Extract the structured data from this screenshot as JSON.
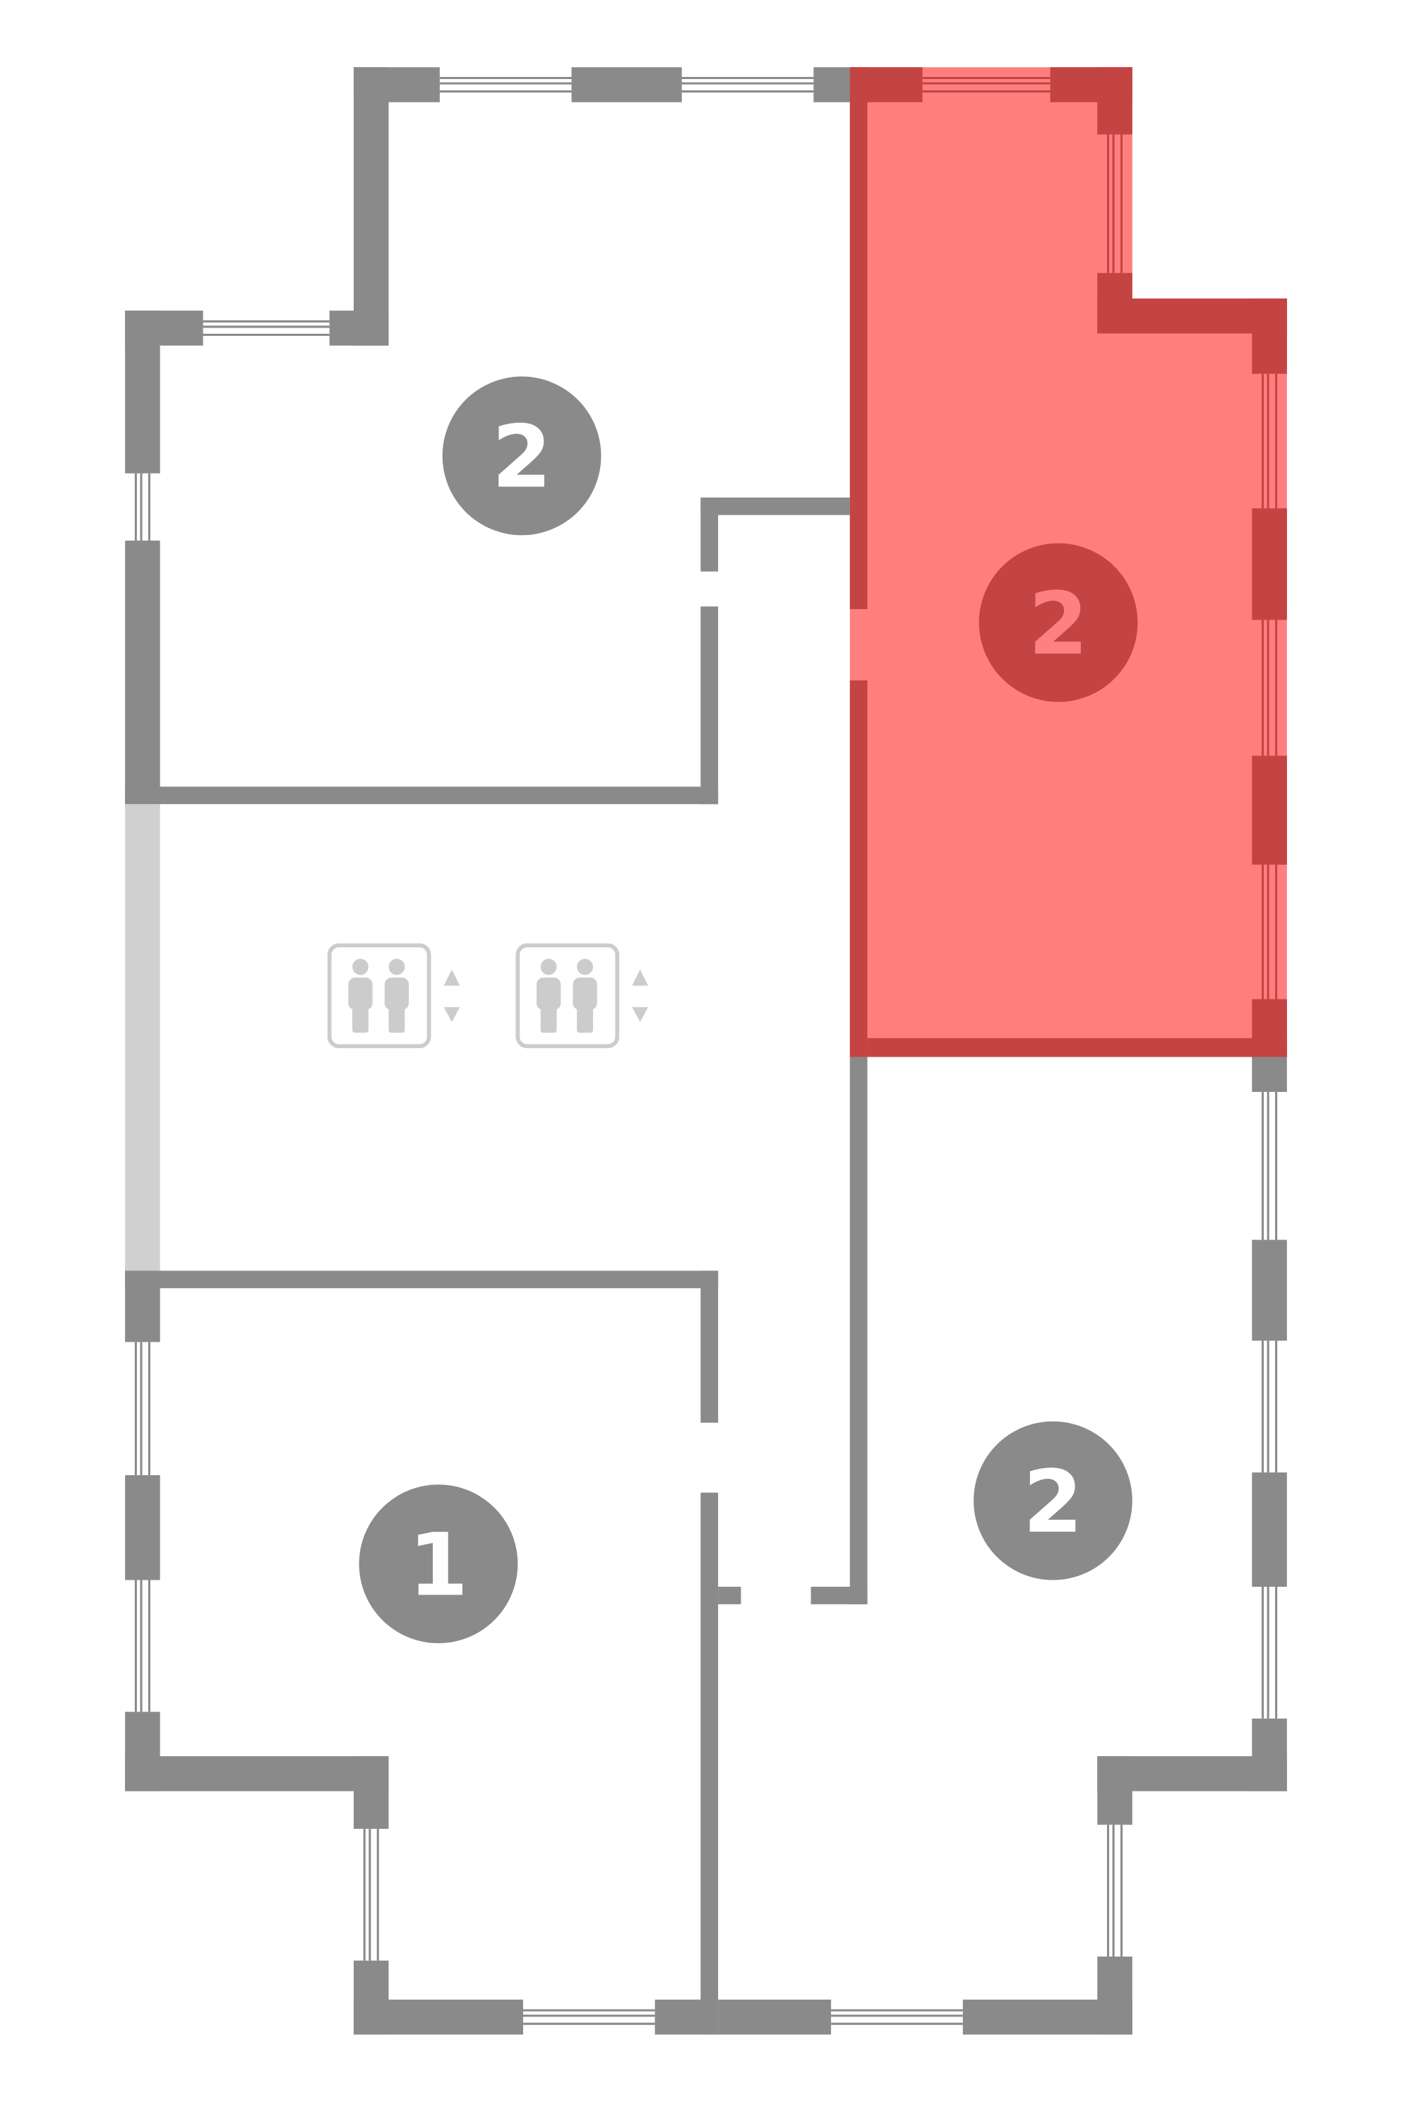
{
  "plan": {
    "units": [
      {
        "id": "top-left",
        "rooms": "2",
        "selected": false
      },
      {
        "id": "right-selected",
        "rooms": "2",
        "selected": true
      },
      {
        "id": "bottom-right",
        "rooms": "2",
        "selected": false
      },
      {
        "id": "bottom-left",
        "rooms": "1",
        "selected": false
      }
    ],
    "elevators": [
      {
        "icon": "elevator-icon"
      },
      {
        "icon": "elevator-icon"
      }
    ]
  },
  "colors": {
    "wall": "#8a8a8a",
    "selected_fill": "#ff7f7f",
    "selected_wall": "#c44444",
    "corridor_wall": "#d0d0d0",
    "elevator_icon": "#cccccc"
  }
}
